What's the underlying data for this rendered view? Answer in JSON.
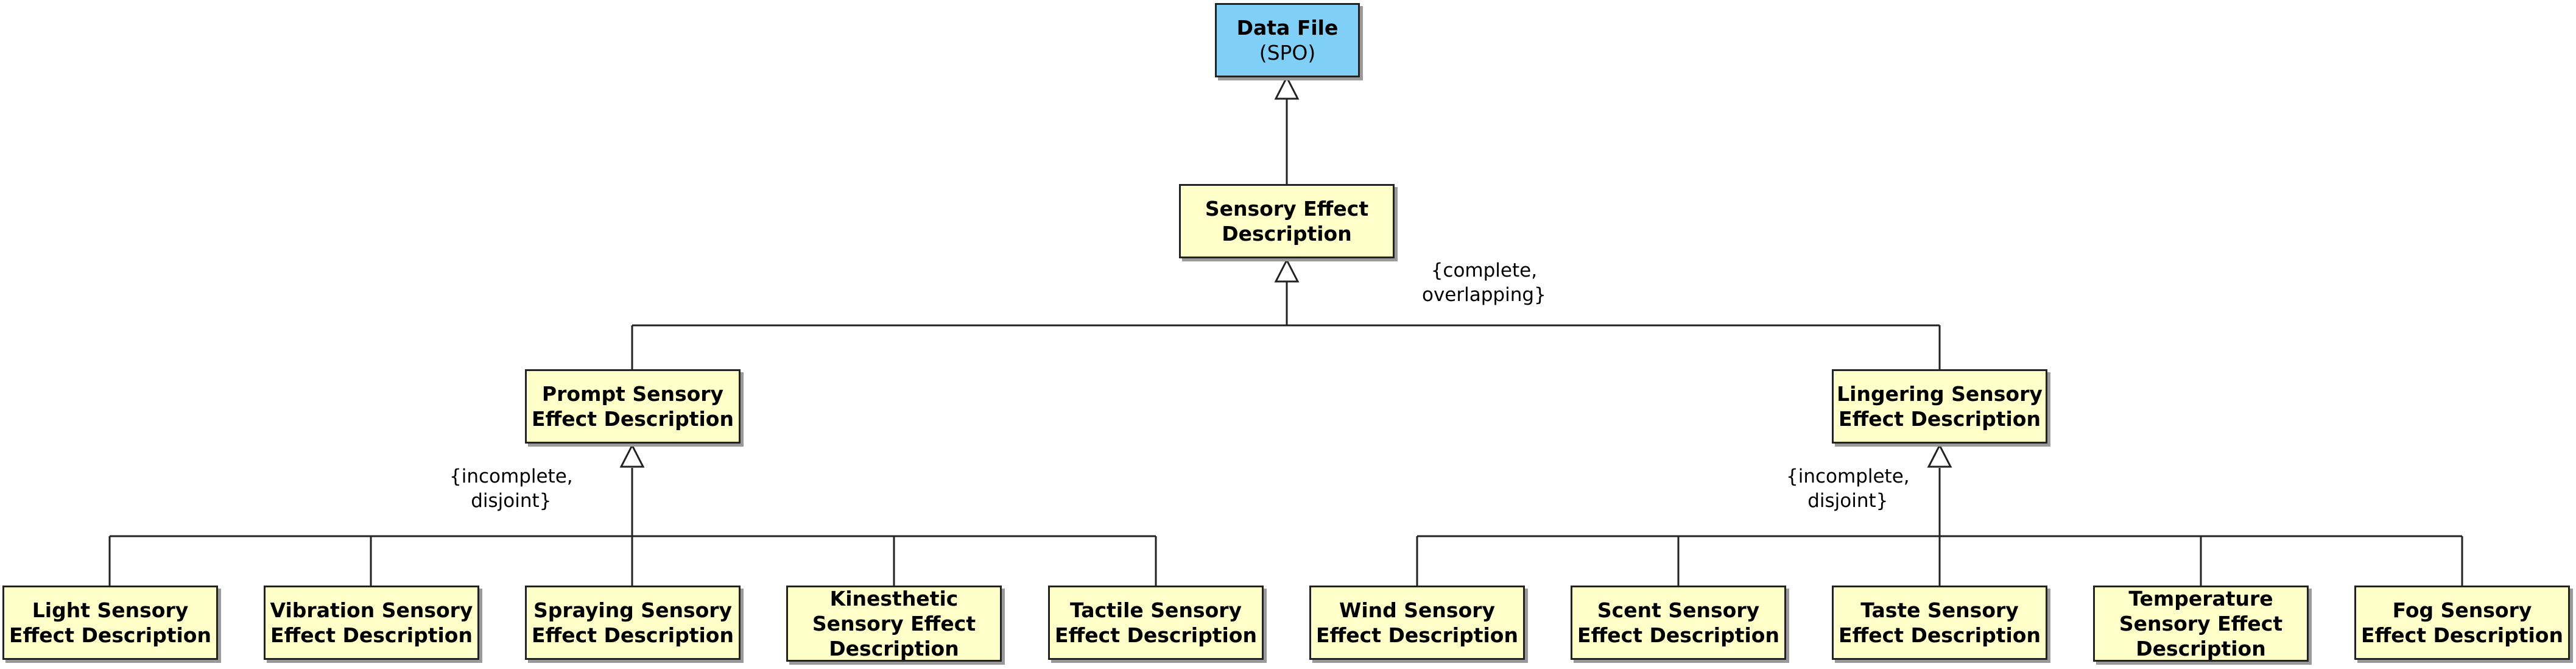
{
  "root": {
    "line1": "Data File",
    "line2": "(SPO)"
  },
  "effect": {
    "line1": "Sensory Effect",
    "line2": "Description"
  },
  "prompt": {
    "line1": "Prompt Sensory",
    "line2": "Effect Description"
  },
  "lingering": {
    "line1": "Lingering Sensory",
    "line2": "Effect Description"
  },
  "constraints": {
    "top": {
      "line1": "{complete,",
      "line2": "overlapping}"
    },
    "prompt": {
      "line1": "{incomplete,",
      "line2": "disjoint}"
    },
    "lingering": {
      "line1": "{incomplete,",
      "line2": "disjoint}"
    }
  },
  "prompt_children": [
    {
      "line1": "Light Sensory",
      "line2": "Effect Description"
    },
    {
      "line1": "Vibration Sensory",
      "line2": "Effect Description"
    },
    {
      "line1": "Spraying Sensory",
      "line2": "Effect Description"
    },
    {
      "line1": "Kinesthetic",
      "line2": "Sensory Effect",
      "line3": "Description"
    },
    {
      "line1": "Tactile Sensory",
      "line2": "Effect Description"
    }
  ],
  "lingering_children": [
    {
      "line1": "Wind Sensory",
      "line2": "Effect Description"
    },
    {
      "line1": "Scent Sensory",
      "line2": "Effect Description"
    },
    {
      "line1": "Taste Sensory",
      "line2": "Effect Description"
    },
    {
      "line1": "Temperature",
      "line2": "Sensory Effect",
      "line3": "Description"
    },
    {
      "line1": "Fog Sensory",
      "line2": "Effect Description"
    }
  ],
  "colors": {
    "root_fill": "#7fcff6",
    "class_fill": "#ffffc9",
    "line": "#222222"
  }
}
